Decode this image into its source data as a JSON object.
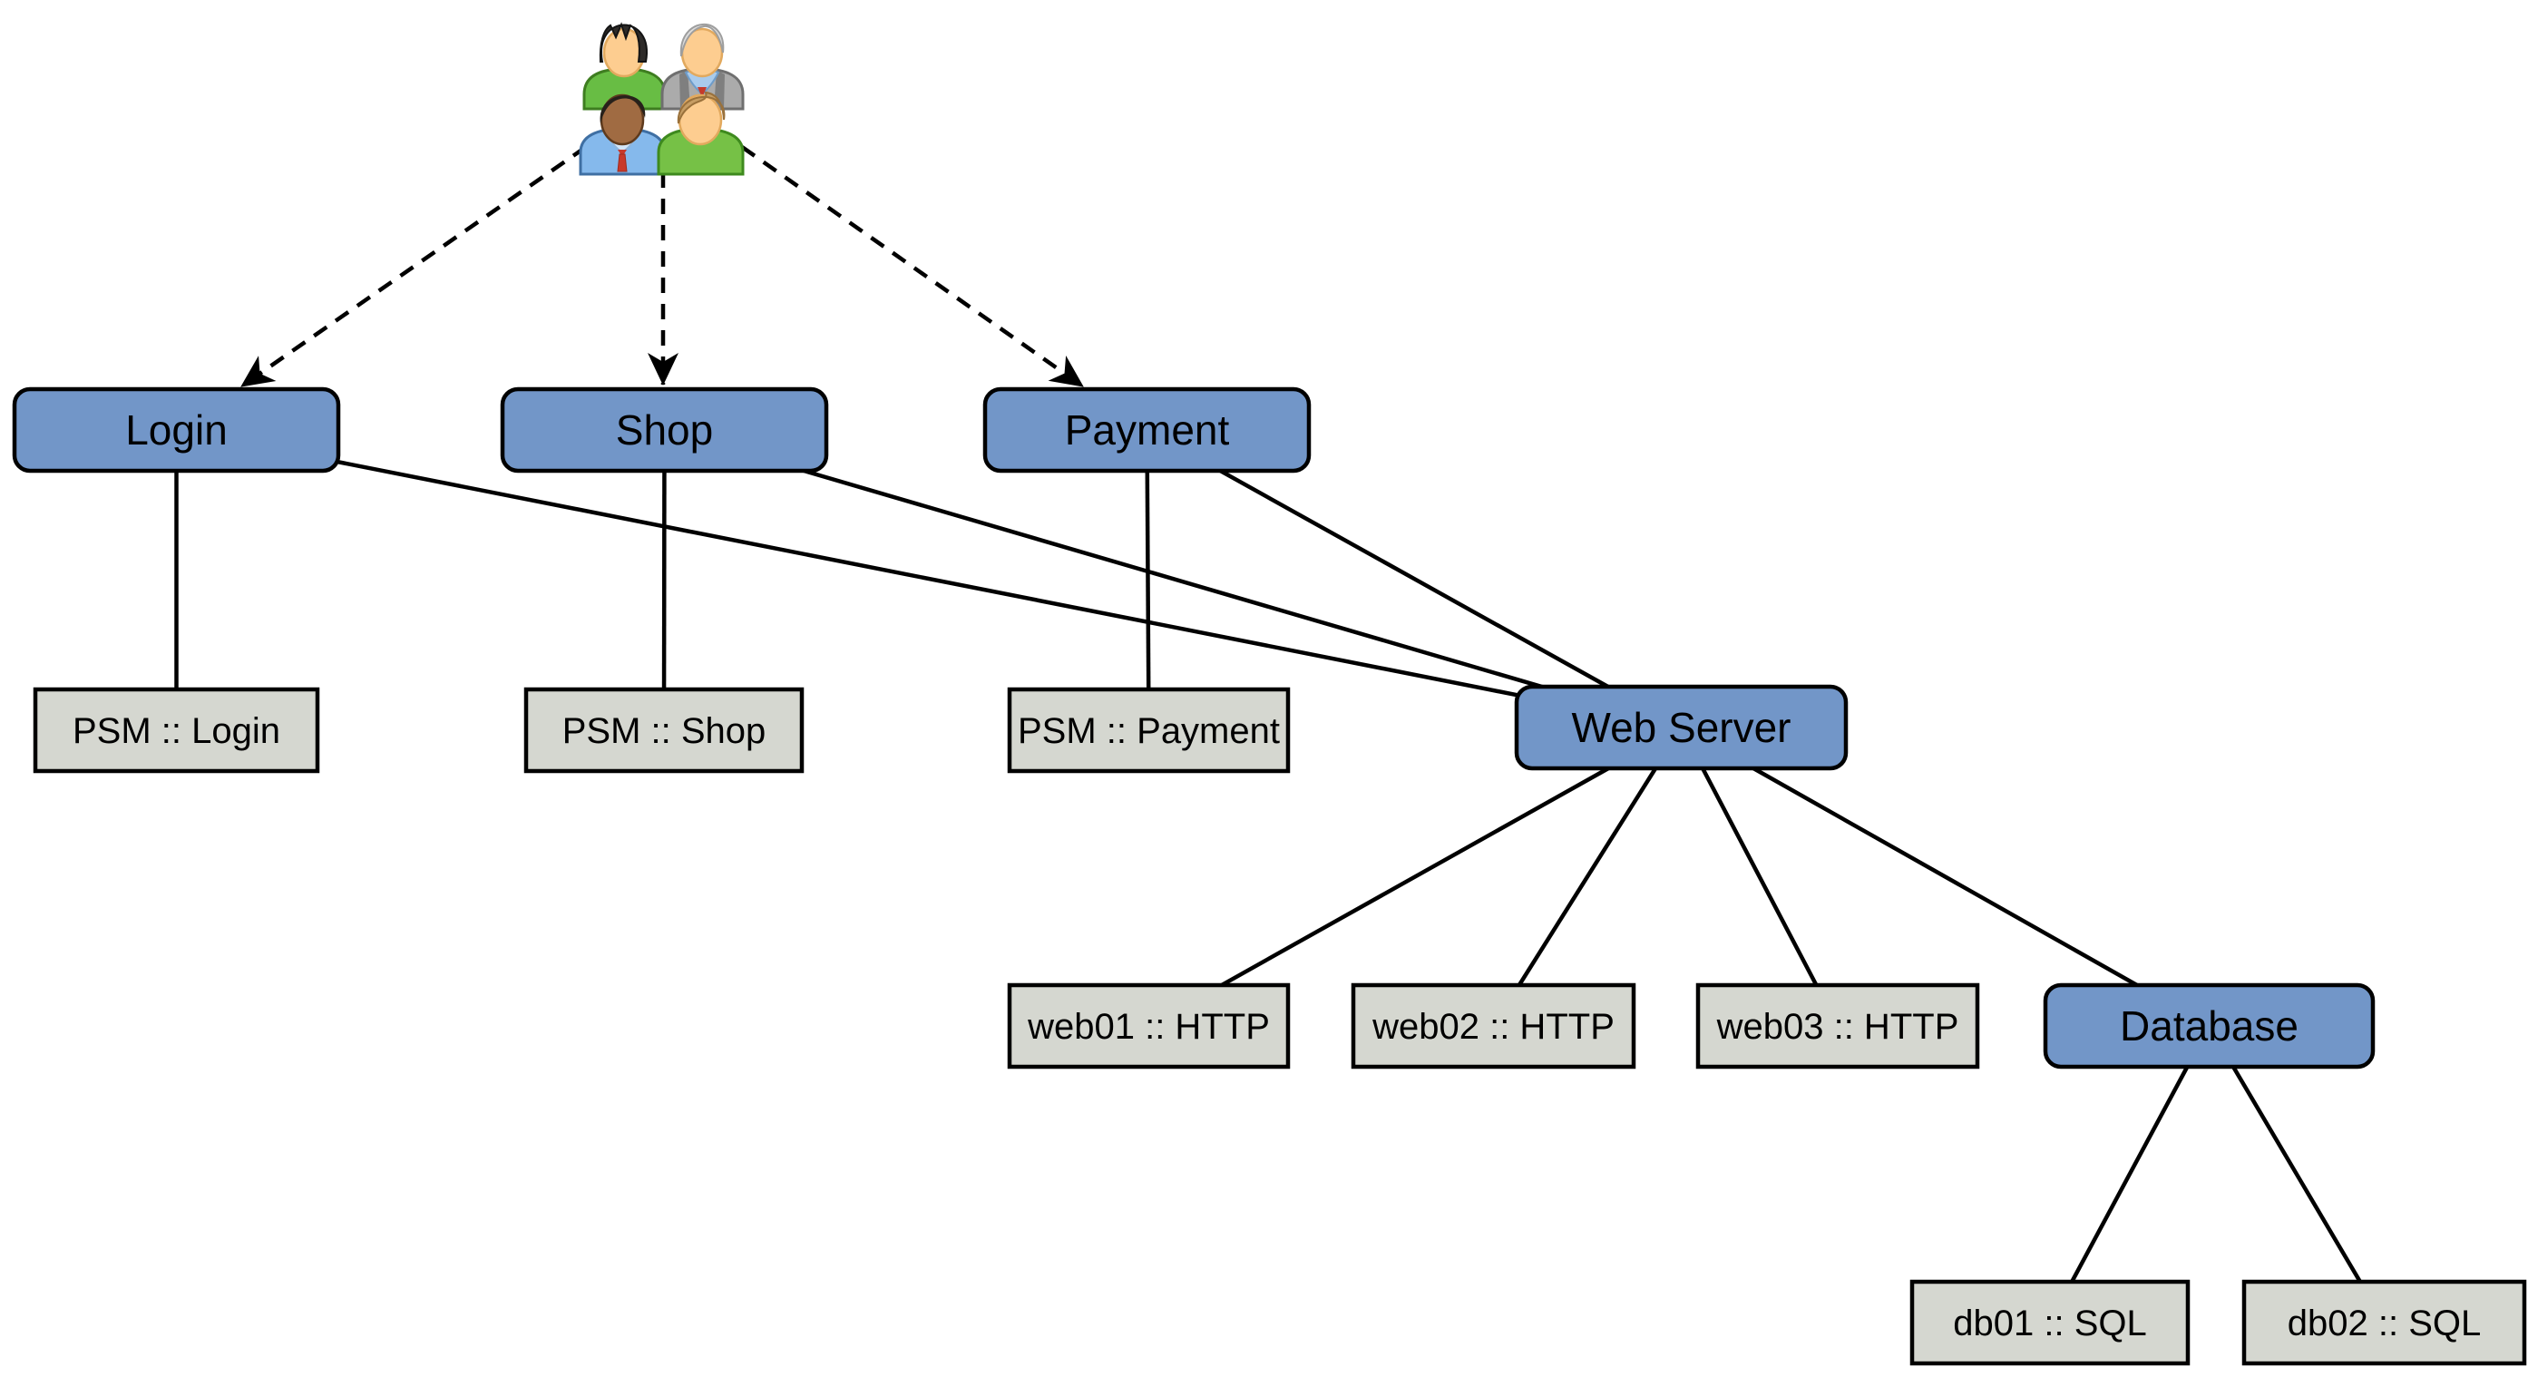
{
  "diagram": {
    "background_color": "#ffffff",
    "node_styles": {
      "service_fill": "#7296C8",
      "host_fill": "#D5D7D0",
      "border_color": "#000000",
      "text_color": "#000000",
      "edge_color": "#000000"
    },
    "users": {
      "icon": "users-group-icon"
    },
    "nodes": {
      "login": {
        "label": "Login",
        "type": "service"
      },
      "shop": {
        "label": "Shop",
        "type": "service"
      },
      "payment": {
        "label": "Payment",
        "type": "service"
      },
      "web_server": {
        "label": "Web Server",
        "type": "service"
      },
      "database": {
        "label": "Database",
        "type": "service"
      },
      "psm_login": {
        "label": "PSM :: Login",
        "type": "host"
      },
      "psm_shop": {
        "label": "PSM :: Shop",
        "type": "host"
      },
      "psm_payment": {
        "label": "PSM :: Payment",
        "type": "host"
      },
      "web01": {
        "label": "web01 :: HTTP",
        "type": "host"
      },
      "web02": {
        "label": "web02 :: HTTP",
        "type": "host"
      },
      "web03": {
        "label": "web03 :: HTTP",
        "type": "host"
      },
      "db01": {
        "label": "db01 :: SQL",
        "type": "host"
      },
      "db02": {
        "label": "db02 :: SQL",
        "type": "host"
      }
    },
    "edges": [
      {
        "from": "users",
        "to": "login",
        "style": "dashed-arrow"
      },
      {
        "from": "users",
        "to": "shop",
        "style": "dashed-arrow"
      },
      {
        "from": "users",
        "to": "payment",
        "style": "dashed-arrow"
      },
      {
        "from": "login",
        "to": "psm_login",
        "style": "solid"
      },
      {
        "from": "shop",
        "to": "psm_shop",
        "style": "solid"
      },
      {
        "from": "payment",
        "to": "psm_payment",
        "style": "solid"
      },
      {
        "from": "login",
        "to": "web_server",
        "style": "solid"
      },
      {
        "from": "shop",
        "to": "web_server",
        "style": "solid"
      },
      {
        "from": "payment",
        "to": "web_server",
        "style": "solid"
      },
      {
        "from": "web_server",
        "to": "web01",
        "style": "solid"
      },
      {
        "from": "web_server",
        "to": "web02",
        "style": "solid"
      },
      {
        "from": "web_server",
        "to": "web03",
        "style": "solid"
      },
      {
        "from": "web_server",
        "to": "database",
        "style": "solid"
      },
      {
        "from": "database",
        "to": "db01",
        "style": "solid"
      },
      {
        "from": "database",
        "to": "db02",
        "style": "solid"
      }
    ]
  }
}
